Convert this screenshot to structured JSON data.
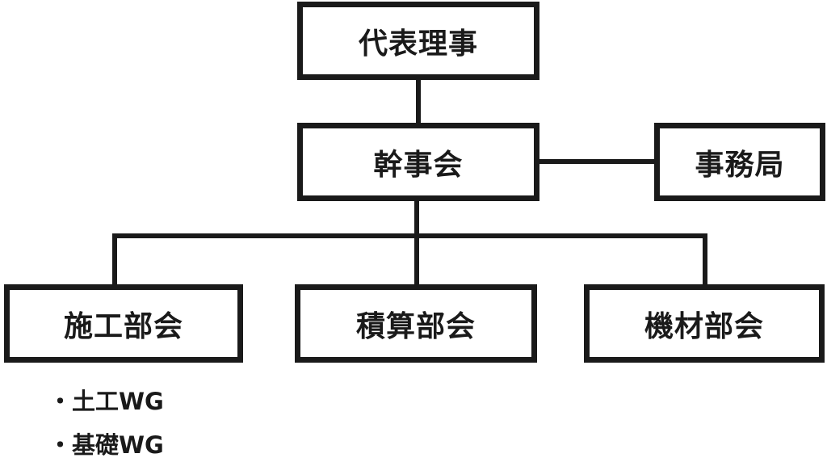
{
  "org": {
    "representative": "代表理事",
    "executive": "幹事会",
    "secretariat": "事務局",
    "departments": [
      "施工部会",
      "積算部会",
      "機材部会"
    ],
    "working_groups": [
      "・土工WG",
      "・基礎WG"
    ]
  },
  "colors": {
    "line": "#1a1a1a",
    "box_fill": "#ffffff"
  }
}
